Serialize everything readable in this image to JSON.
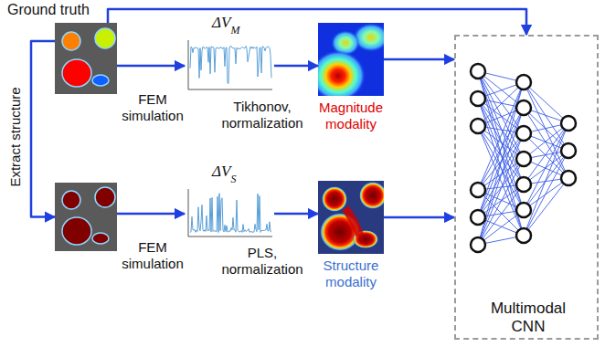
{
  "diagram": {
    "nodes": [
      {
        "text": [
          "Ground truth"
        ]
      },
      {
        "text": [
          "ΔV",
          "M"
        ]
      },
      {
        "text": [
          "Magnitude modality"
        ]
      },
      {
        "text": []
      },
      {
        "text": [
          "ΔV",
          "S"
        ]
      },
      {
        "text": [
          "Structure modality"
        ]
      },
      {
        "text": [
          "Multimodal CNN"
        ]
      }
    ],
    "edges": [
      {
        "from": 0,
        "to": 1,
        "arrow": "to",
        "label": "FEM simulation"
      },
      {
        "from": 1,
        "to": 2,
        "arrow": "to",
        "label": "Tikhonov, normalization"
      },
      {
        "from": 0,
        "to": 3,
        "arrow": "to",
        "label": "Extract structure"
      },
      {
        "from": 3,
        "to": 4,
        "arrow": "to",
        "label": "FEM simulation"
      },
      {
        "from": 4,
        "to": 5,
        "arrow": "to",
        "label": "PLS, normalization"
      },
      {
        "from": 2,
        "to": 6,
        "arrow": "to"
      },
      {
        "from": 5,
        "to": 6,
        "arrow": "to"
      },
      {
        "from": 0,
        "to": 6,
        "arrow": "to"
      }
    ]
  }
}
